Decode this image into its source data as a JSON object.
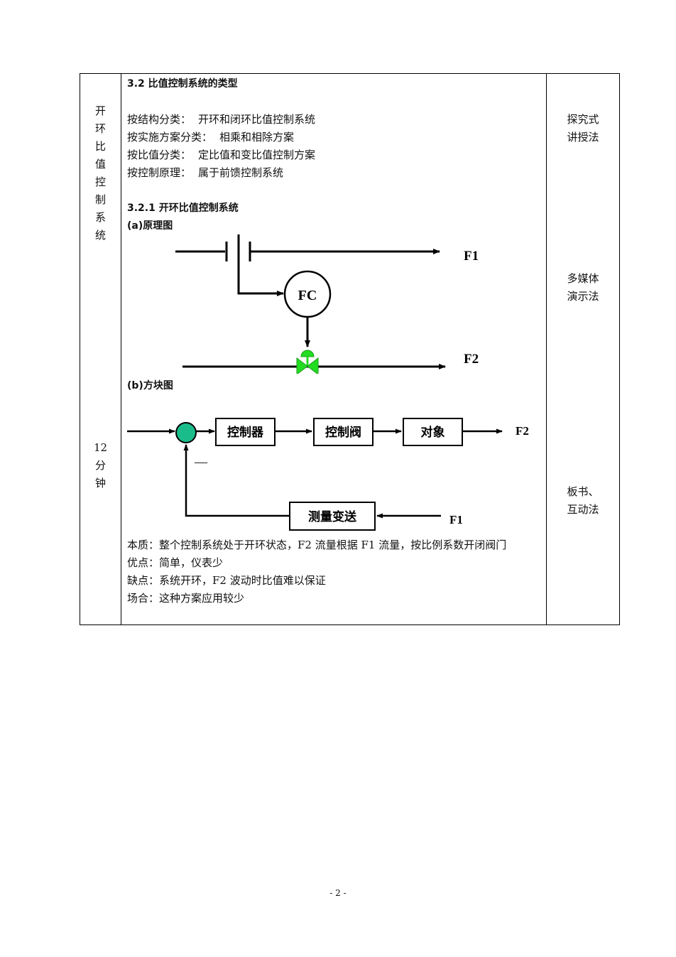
{
  "left_column": {
    "topic_chars": [
      "开",
      "环",
      "比",
      "值",
      "控",
      "制",
      "系",
      "统"
    ],
    "time_chars": [
      "12",
      "分",
      "钟"
    ]
  },
  "section": {
    "heading": "3.2 比值控制系统的类型",
    "classifications": [
      {
        "label": "按结构分类：",
        "value": "开环和闭环比值控制系统"
      },
      {
        "label": "按实施方案分类：",
        "value": "相乘和相除方案"
      },
      {
        "label": "按比值分类：",
        "value": "定比值和变比值控制方案"
      },
      {
        "label": "按控制原理：",
        "value": "属于前馈控制系统"
      }
    ],
    "subheading": "3.2.1 开环比值控制系统",
    "diagram_a_caption": "(a)原理图",
    "diagram_b_caption": "(b)方块图"
  },
  "schematic": {
    "f1_label": "F1",
    "f2_label": "F2",
    "controller_label": "FC",
    "valve_color": "#22dd22"
  },
  "block_diagram": {
    "blocks": [
      "控制器",
      "控制阀",
      "对象"
    ],
    "feedback_block": "测量变送",
    "output_label": "F2",
    "input_label": "F1",
    "minus_sign": "—",
    "summer_color": "#1abc8a"
  },
  "notes": [
    "本质：整个控制系统处于开环状态，F2 流量根据 F1 流量，按比例系数开闭阀门",
    "优点：简单，仪表少",
    "缺点：系统开环，F2 波动时比值难以保证",
    "场合：这种方案应用较少"
  ],
  "right_column": {
    "methods": [
      {
        "line1": "探究式",
        "line2": "讲授法"
      },
      {
        "line1": "多媒体",
        "line2": "演示法"
      },
      {
        "line1": "板书、",
        "line2": "互动法"
      }
    ]
  },
  "footer": {
    "page_number": "- 2 -"
  }
}
